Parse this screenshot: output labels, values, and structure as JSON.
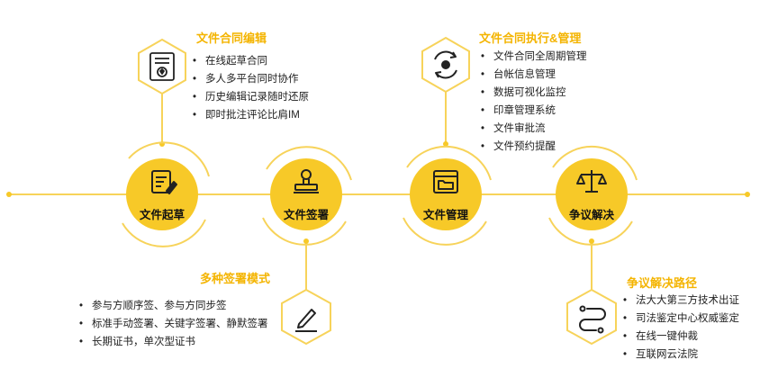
{
  "colors": {
    "accent": "#f4b400",
    "circle": "#f7c928",
    "line": "#f7d35a",
    "text": "#222222"
  },
  "nodes": [
    {
      "label": "文件起草",
      "icon": "document-edit-icon"
    },
    {
      "label": "文件签署",
      "icon": "stamp-icon"
    },
    {
      "label": "文件管理",
      "icon": "folder-icon"
    },
    {
      "label": "争议解决",
      "icon": "scales-icon"
    }
  ],
  "panels": [
    {
      "title": "文件合同编辑",
      "icon": "certificate-icon",
      "items": [
        "在线起草合同",
        "多人多平台同时协作",
        "历史编辑记录随时还原",
        "即时批注评论比肩IM"
      ]
    },
    {
      "title": "多种签署模式",
      "icon": "pen-sign-icon",
      "items": [
        "参与方顺序签、参与方同步签",
        "标准手动签署、关键字签署、静默签署",
        "长期证书，单次型证书"
      ]
    },
    {
      "title": "文件合同执行&管理",
      "icon": "gear-cycle-icon",
      "items": [
        "文件合同全周期管理",
        "台帐信息管理",
        "数据可视化监控",
        "印章管理系统",
        "文件审批流",
        "文件预约提醒"
      ]
    },
    {
      "title": "争议解决路径",
      "icon": "path-route-icon",
      "items": [
        "法大大第三方技术出证",
        "司法鉴定中心权威鉴定",
        "在线一键仲裁",
        "互联网云法院"
      ]
    }
  ]
}
